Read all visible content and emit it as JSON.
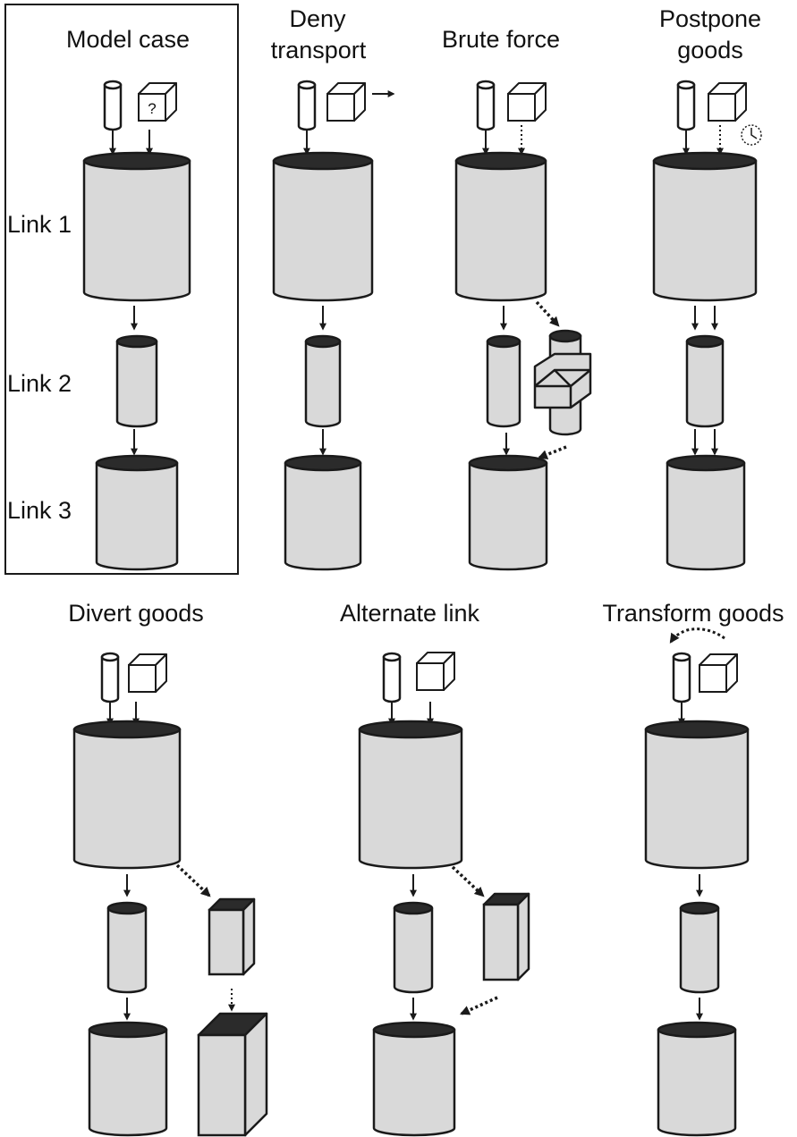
{
  "colors": {
    "fill": "#d9d9d9",
    "dark": "#2b2b2b",
    "stroke": "#1a1a1a",
    "white": "#ffffff"
  },
  "titles": {
    "model": "Model case",
    "deny_1": "Deny",
    "deny_2": "transport",
    "brute": "Brute force",
    "postpone_1": "Postpone",
    "postpone_2": "goods",
    "divert": "Divert goods",
    "alternate": "Alternate link",
    "transform": "Transform goods"
  },
  "row_labels": {
    "link1": "Link 1",
    "link2": "Link 2",
    "link3": "Link 3"
  },
  "unknown_mark": "?",
  "icons": [
    "cylinder-goods-icon",
    "box-goods-icon",
    "clock-icon",
    "arrow-icon",
    "dotted-arrow-icon",
    "cylinder-link-icon",
    "box-link-icon",
    "converter-icon"
  ]
}
